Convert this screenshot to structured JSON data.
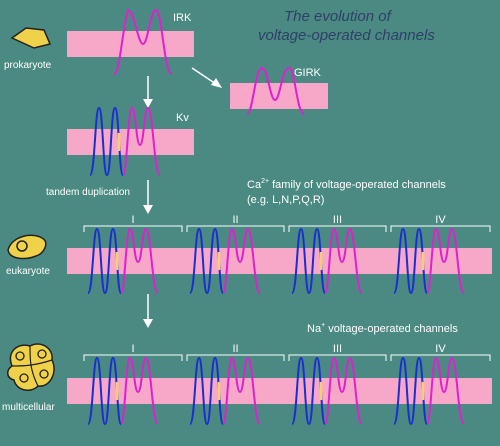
{
  "title": {
    "line1": "The evolution of",
    "line2": "voltage-operated channels"
  },
  "organisms": {
    "prokaryote": "prokaryote",
    "eukaryote": "eukaryote",
    "multicellular": "multicellular"
  },
  "channels": {
    "irk": "IRK",
    "girk": "GIRK",
    "kv": "Kv"
  },
  "annotations": {
    "tandem": "tandem duplication"
  },
  "ca_family": {
    "prefix": "Ca",
    "superscript": "2+",
    "suffix": " family of voltage-operated channels",
    "examples": "(e.g. L,N,P,Q,R)"
  },
  "na_family": {
    "prefix": "Na",
    "superscript": "+",
    "suffix": " voltage-operated channels"
  },
  "domains": [
    "I",
    "II",
    "III",
    "IV"
  ],
  "colors": {
    "background": "#4a8a82",
    "membrane": "#f7a8c8",
    "voltage_sensor_segment": "#1a2fd0",
    "pore_segment": "#e020d0",
    "s4_marker": "#f0d070",
    "cell": "#f0d24a",
    "arrow": "#ffffff"
  }
}
